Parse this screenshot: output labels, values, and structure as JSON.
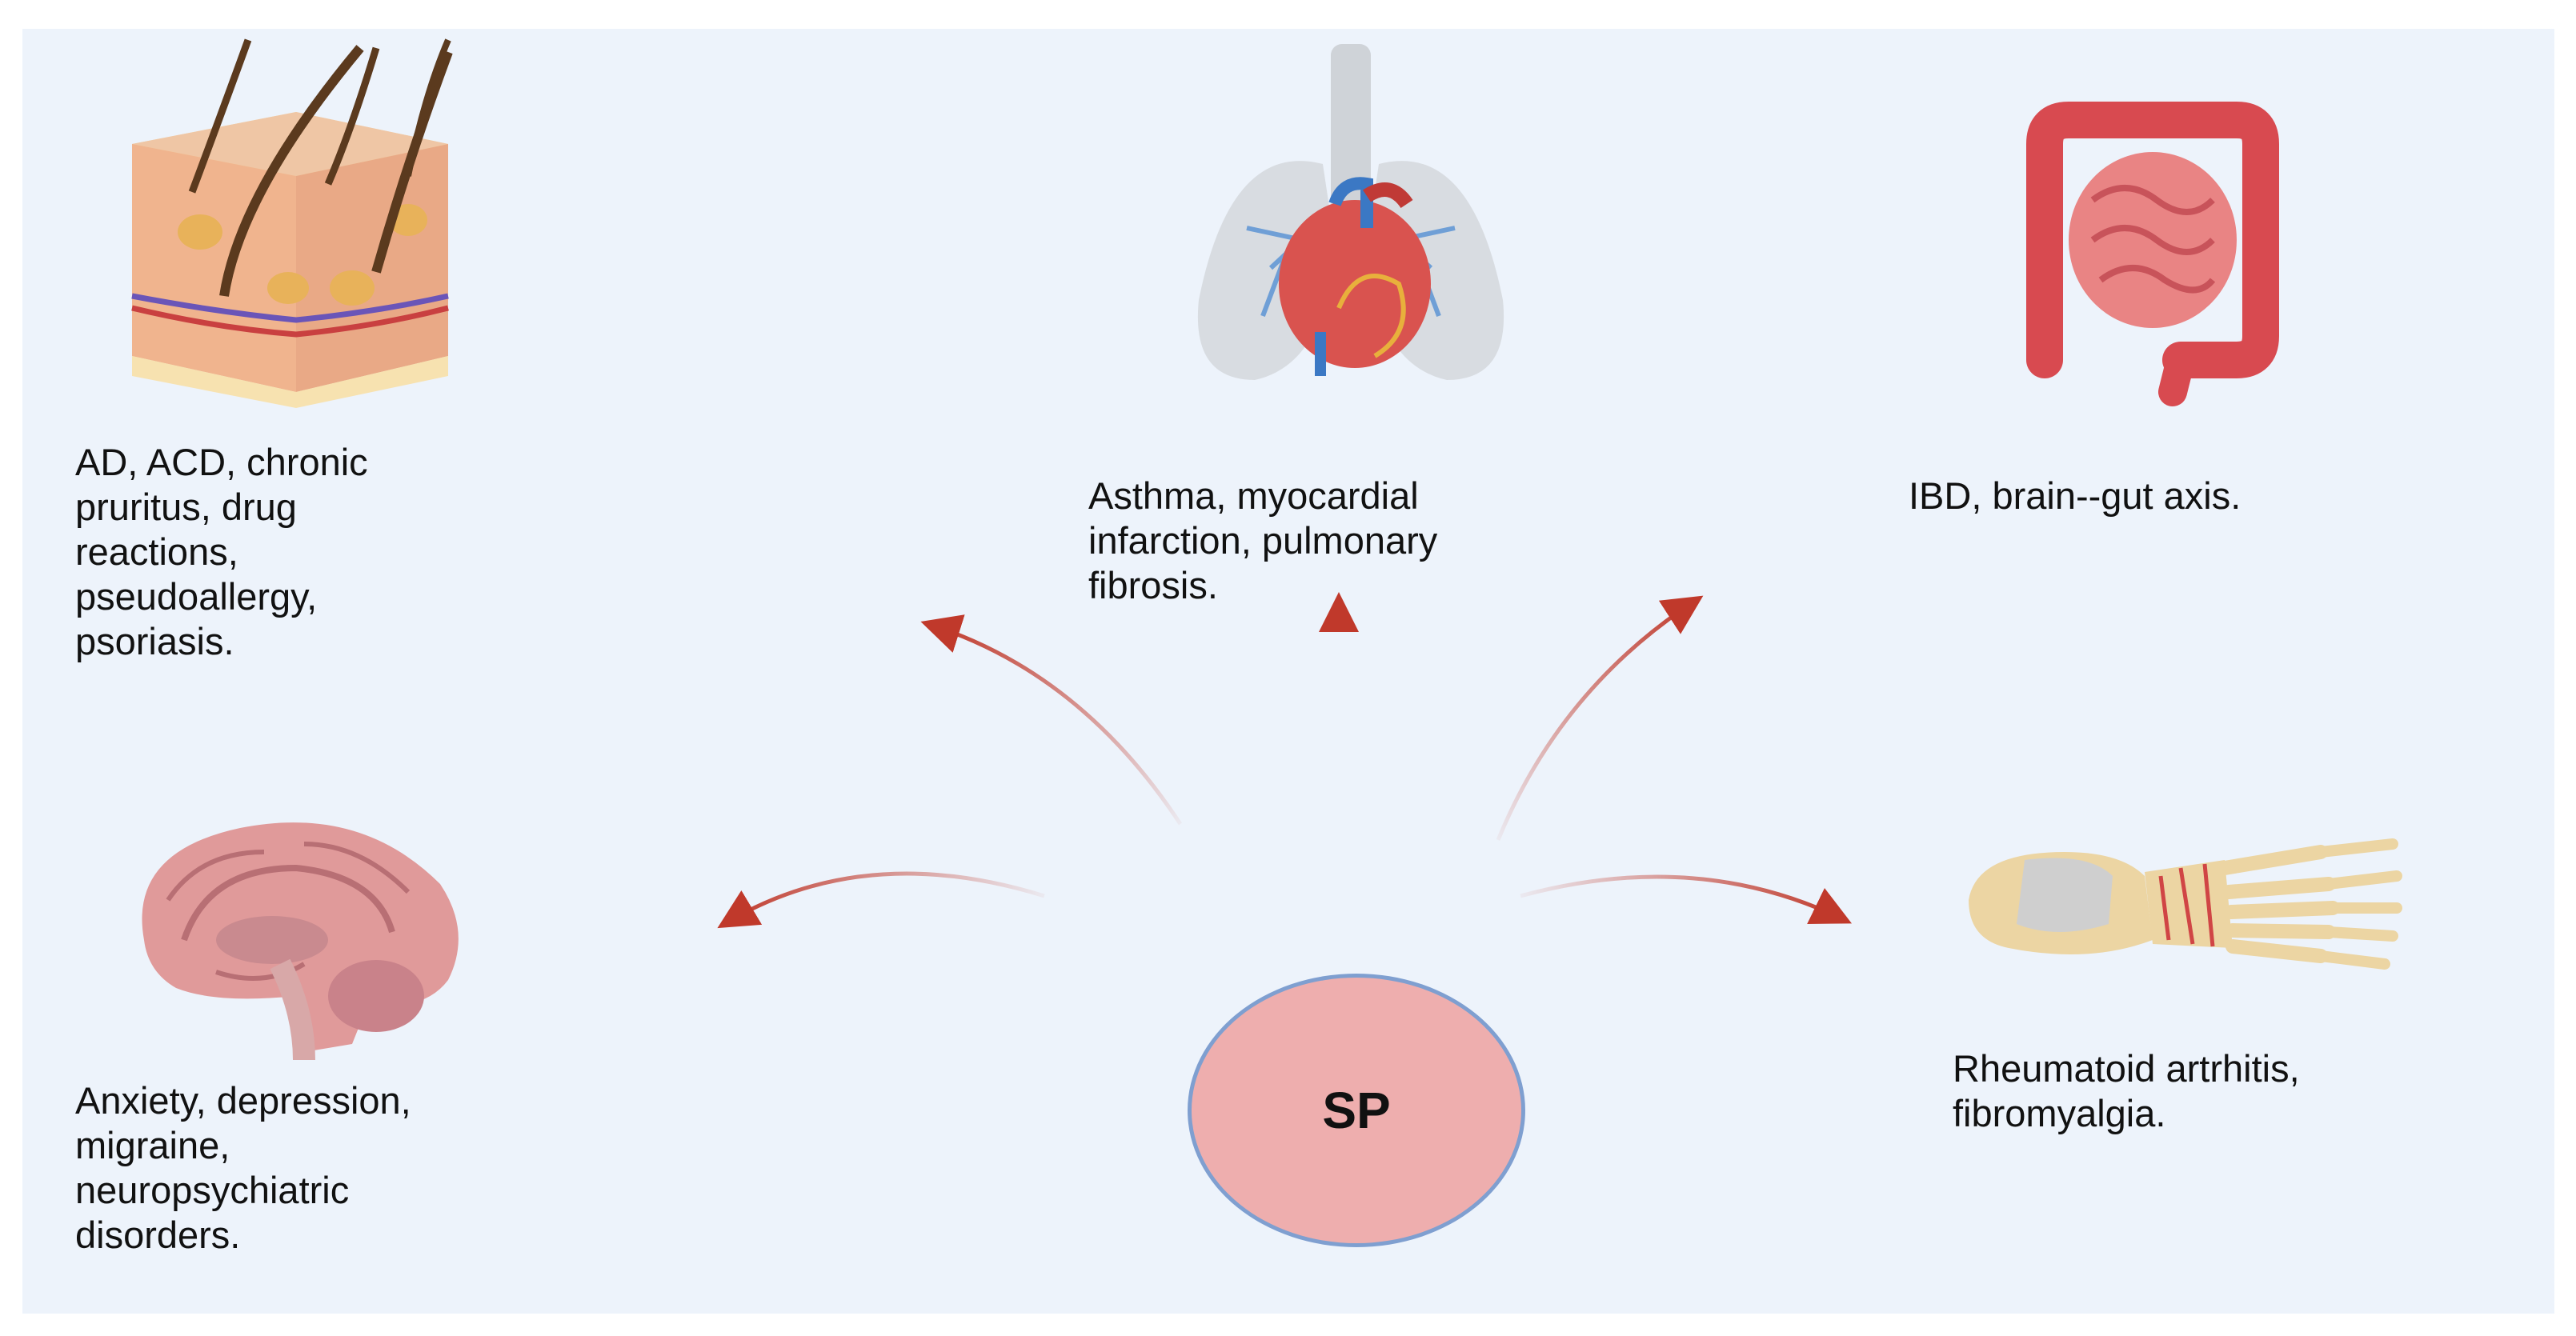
{
  "center": {
    "label": "SP",
    "fill": "#eeaeae",
    "border": "#7f9fd0"
  },
  "arrow_color": "#c0392b",
  "targets": [
    {
      "id": "skin",
      "icon": "skin-cross-section-icon",
      "text": "AD, ACD,  chronic\npruritus, drug\nreactions,\npseudoallergy,\npsoriasis."
    },
    {
      "id": "lungs",
      "icon": "lungs-heart-icon",
      "text": "Asthma, myocardial\ninfarction, pulmonary\nfibrosis."
    },
    {
      "id": "gut",
      "icon": "intestine-icon",
      "text": "IBD, brain--gut axis."
    },
    {
      "id": "brain",
      "icon": "brain-icon",
      "text": "Anxiety, depression,\nmigraine,\nneuropsychiatric\ndisorders."
    },
    {
      "id": "foot",
      "icon": "foot-bones-icon",
      "text": "Rheumatoid artrhitis,\nfibromyalgia."
    }
  ]
}
